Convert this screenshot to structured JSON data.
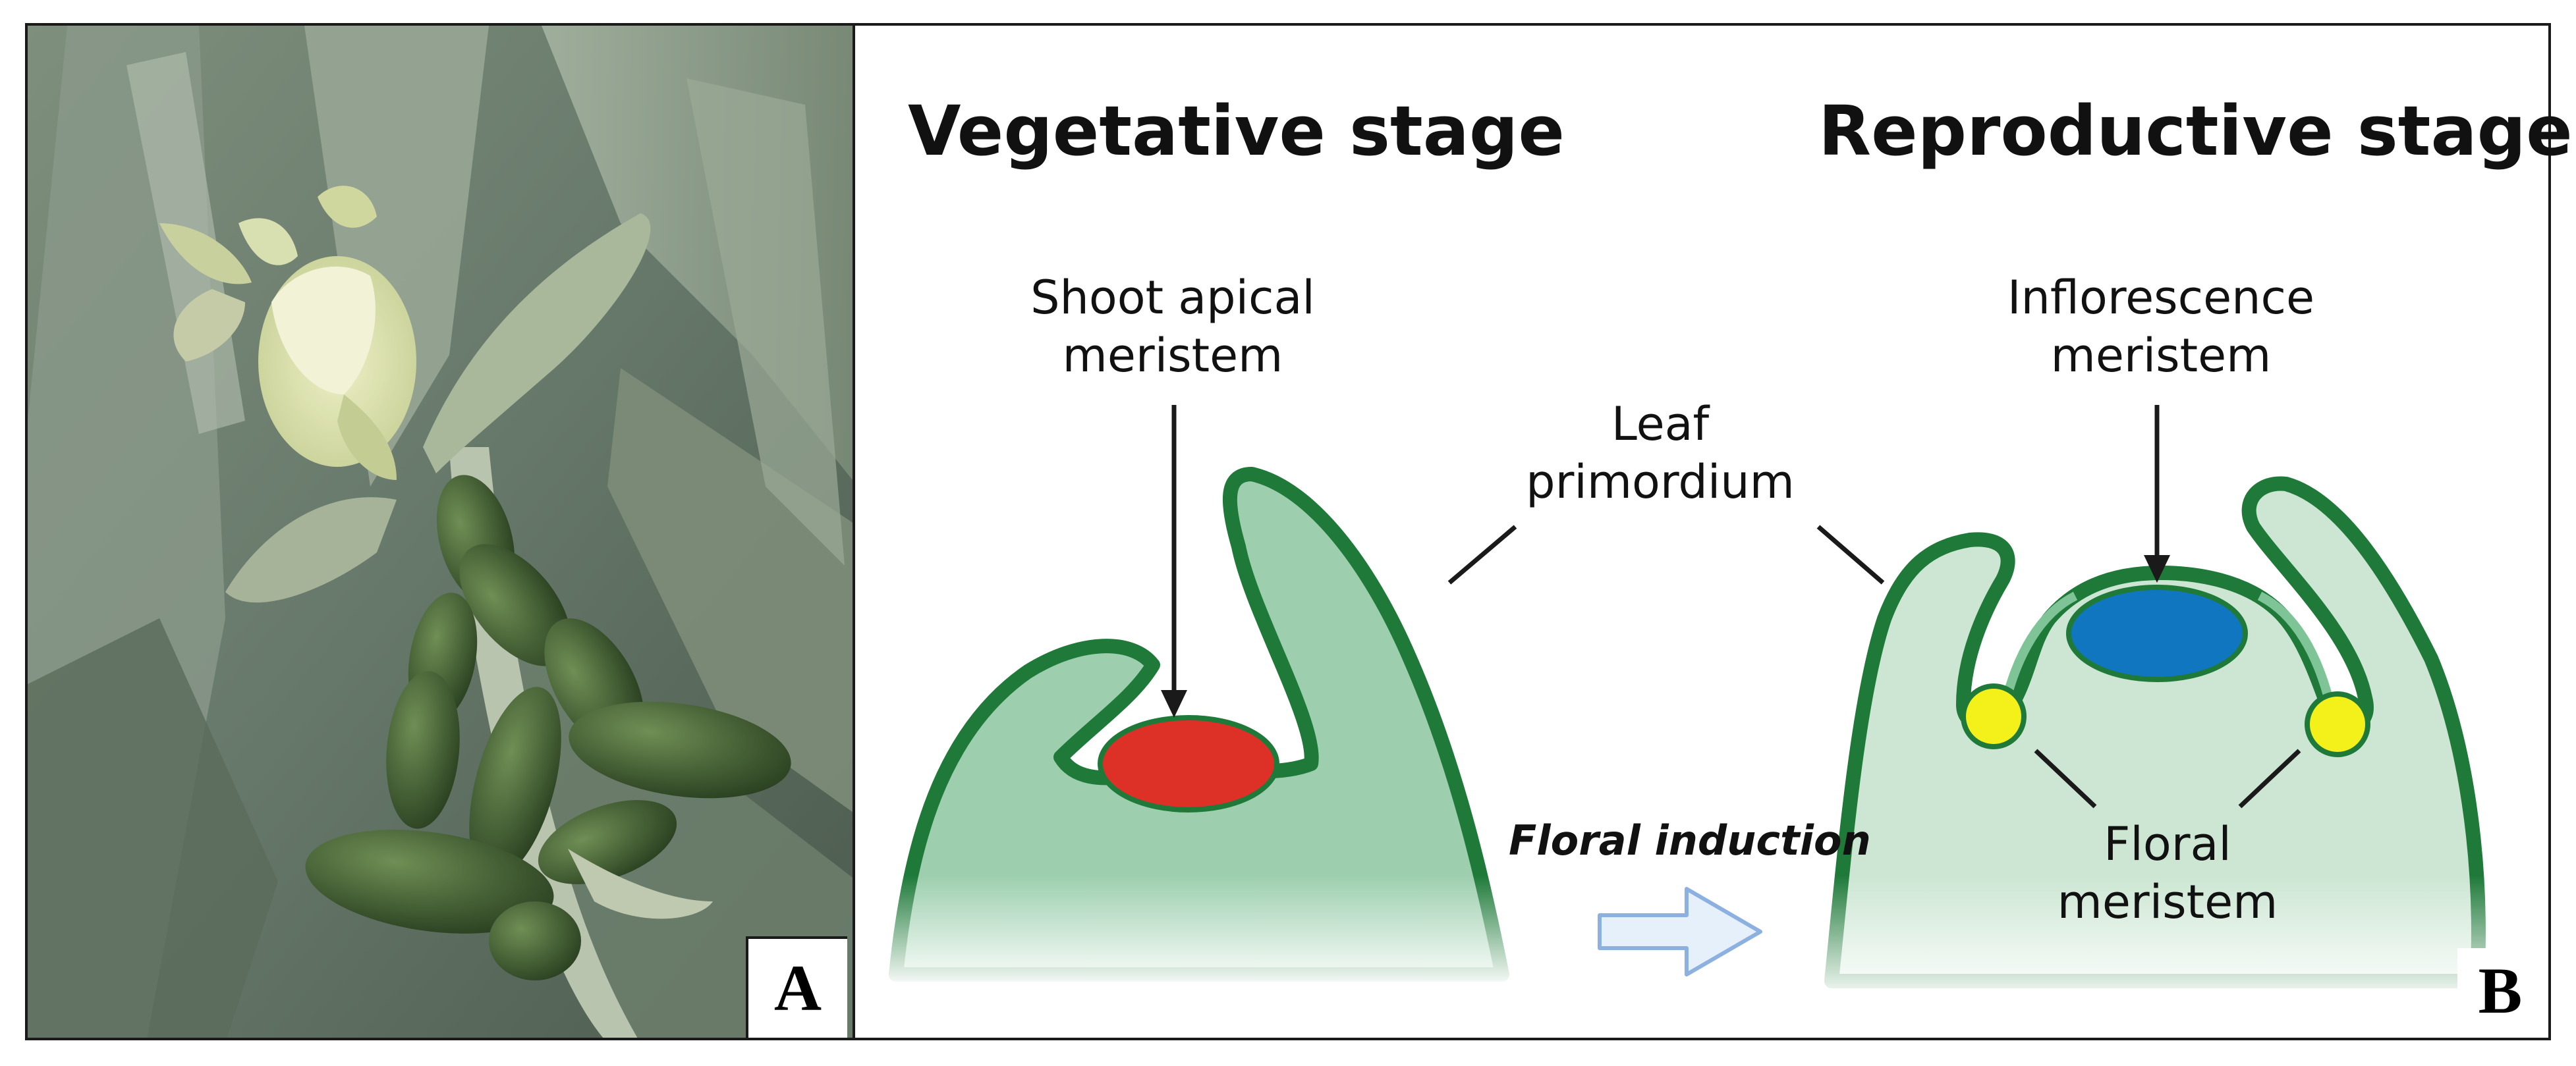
{
  "panel_a": {
    "letter": "A"
  },
  "panel_b": {
    "letter": "B",
    "vegetative_title": "Vegetative stage",
    "reproductive_title": "Reproductive stage",
    "shoot_apical_meristem": [
      "Shoot apical",
      "meristem"
    ],
    "leaf_primordium": [
      "Leaf",
      "primordium"
    ],
    "inflorescence_meristem": [
      "Inflorescence",
      "meristem"
    ],
    "floral_meristem": [
      "Floral",
      "meristem"
    ],
    "floral_induction": "Floral induction"
  },
  "colors": {
    "tissue_fill": "#9dcfae",
    "tissue_outline": "#1f7a3a",
    "sam_red": "#dd3127",
    "inflorescence_blue": "#0f76bf",
    "floral_yellow": "#f4f01a",
    "arrow_outline": "#8cb0df",
    "arrow_fill": "#e6f0fb"
  }
}
